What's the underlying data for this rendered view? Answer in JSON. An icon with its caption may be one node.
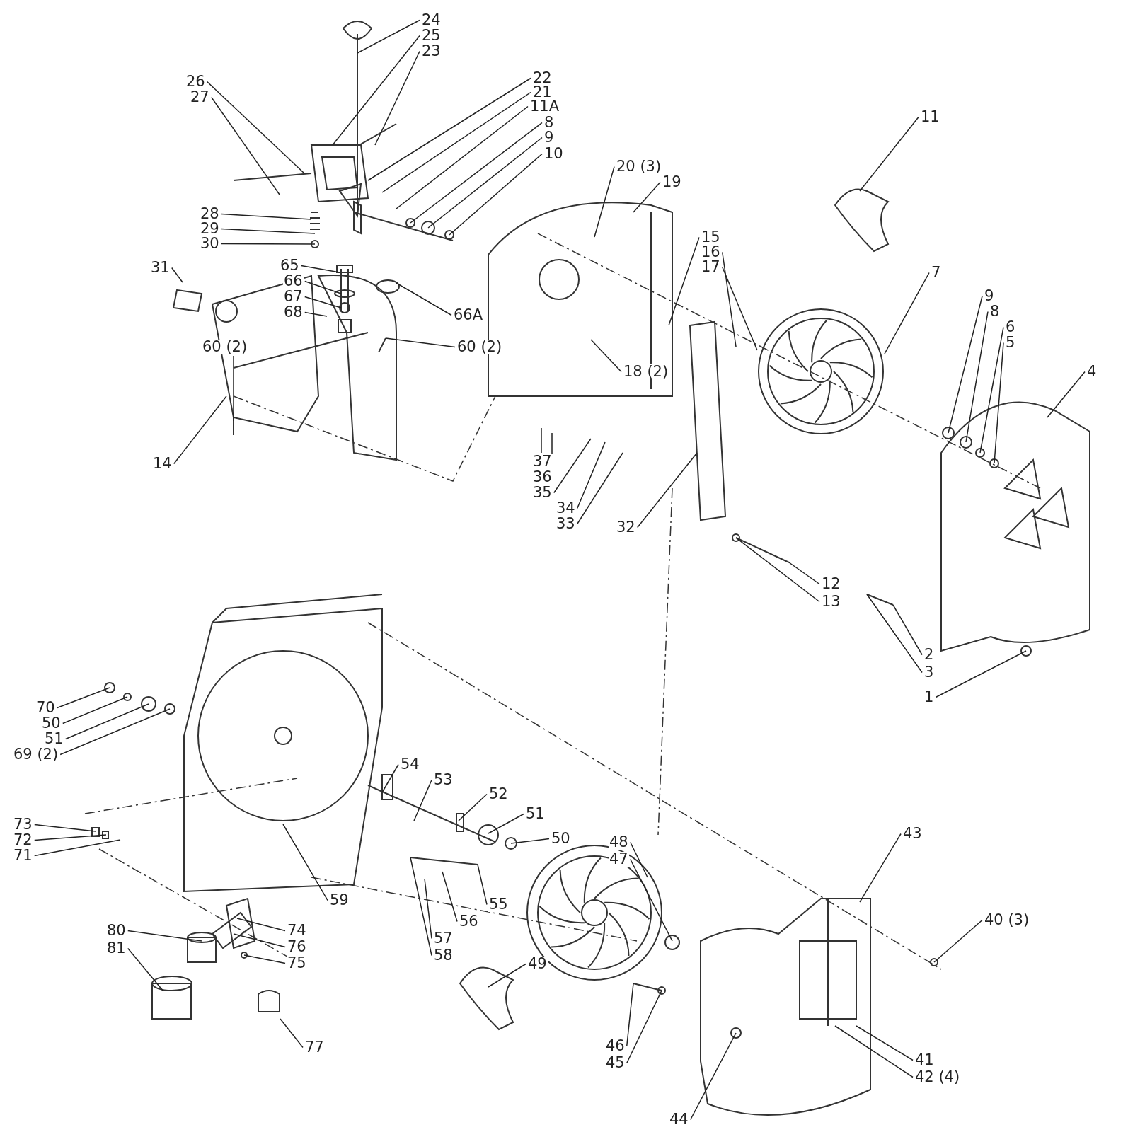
{
  "diagram": {
    "nodes": [
      {
        "text": [
          "24"
        ]
      },
      {
        "text": [
          "25"
        ]
      },
      {
        "text": [
          "23"
        ]
      },
      {
        "text": [
          "26"
        ]
      },
      {
        "text": [
          "27"
        ]
      },
      {
        "text": [
          "22"
        ]
      },
      {
        "text": [
          "21"
        ]
      },
      {
        "text": [
          "11A"
        ]
      },
      {
        "text": [
          "8"
        ]
      },
      {
        "text": [
          "9"
        ]
      },
      {
        "text": [
          "10"
        ]
      },
      {
        "text": [
          "11"
        ]
      },
      {
        "text": [
          "20 (3)"
        ]
      },
      {
        "text": [
          "19"
        ]
      },
      {
        "text": [
          "28"
        ]
      },
      {
        "text": [
          "29"
        ]
      },
      {
        "text": [
          "30"
        ]
      },
      {
        "text": [
          "15"
        ]
      },
      {
        "text": [
          "16"
        ]
      },
      {
        "text": [
          "17"
        ]
      },
      {
        "text": [
          "7"
        ]
      },
      {
        "text": [
          "31"
        ]
      },
      {
        "text": [
          "9"
        ]
      },
      {
        "text": [
          "8"
        ]
      },
      {
        "text": [
          "6"
        ]
      },
      {
        "text": [
          "5"
        ]
      },
      {
        "text": [
          "4"
        ]
      },
      {
        "text": [
          "18 (2)"
        ]
      },
      {
        "text": [
          "14"
        ]
      },
      {
        "text": [
          "37"
        ]
      },
      {
        "text": [
          "36"
        ]
      },
      {
        "text": [
          "35"
        ]
      },
      {
        "text": [
          "34"
        ]
      },
      {
        "text": [
          "33"
        ]
      },
      {
        "text": [
          "32"
        ]
      },
      {
        "text": [
          "65"
        ]
      },
      {
        "text": [
          "66"
        ]
      },
      {
        "text": [
          "67"
        ]
      },
      {
        "text": [
          "68"
        ]
      },
      {
        "text": [
          "66A"
        ]
      },
      {
        "text": [
          "60 (2)"
        ]
      },
      {
        "text": [
          "60 (2)"
        ]
      },
      {
        "text": [
          "12"
        ]
      },
      {
        "text": [
          "13"
        ]
      },
      {
        "text": [
          "2"
        ]
      },
      {
        "text": [
          "3"
        ]
      },
      {
        "text": [
          "1"
        ]
      },
      {
        "text": [
          "70"
        ]
      },
      {
        "text": [
          "50"
        ]
      },
      {
        "text": [
          "51"
        ]
      },
      {
        "text": [
          "69 (2)"
        ]
      },
      {
        "text": [
          "54"
        ]
      },
      {
        "text": [
          "53"
        ]
      },
      {
        "text": [
          "52"
        ]
      },
      {
        "text": [
          "51"
        ]
      },
      {
        "text": [
          "50"
        ]
      },
      {
        "text": [
          "48"
        ]
      },
      {
        "text": [
          "47"
        ]
      },
      {
        "text": [
          "43"
        ]
      },
      {
        "text": [
          "73"
        ]
      },
      {
        "text": [
          "72"
        ]
      },
      {
        "text": [
          "71"
        ]
      },
      {
        "text": [
          "59"
        ]
      },
      {
        "text": [
          "40 (3)"
        ]
      },
      {
        "text": [
          "55"
        ]
      },
      {
        "text": [
          "56"
        ]
      },
      {
        "text": [
          "74"
        ]
      },
      {
        "text": [
          "80"
        ]
      },
      {
        "text": [
          "81"
        ]
      },
      {
        "text": [
          "76"
        ]
      },
      {
        "text": [
          "57"
        ]
      },
      {
        "text": [
          "75"
        ]
      },
      {
        "text": [
          "58"
        ]
      },
      {
        "text": [
          "49"
        ]
      },
      {
        "text": [
          "46"
        ]
      },
      {
        "text": [
          "45"
        ]
      },
      {
        "text": [
          "77"
        ]
      },
      {
        "text": [
          "41"
        ]
      },
      {
        "text": [
          "42 (4)"
        ]
      },
      {
        "text": [
          "44"
        ]
      }
    ],
    "edges": [
      {
        "from": 0,
        "to": null,
        "arrow": "none"
      },
      {
        "from": 1,
        "to": null,
        "arrow": "none"
      },
      {
        "from": 2,
        "to": null,
        "arrow": "none"
      },
      {
        "from": 3,
        "to": null,
        "arrow": "none"
      },
      {
        "from": 4,
        "to": null,
        "arrow": "none"
      },
      {
        "from": 5,
        "to": null,
        "arrow": "none"
      },
      {
        "from": 6,
        "to": null,
        "arrow": "none"
      },
      {
        "from": 7,
        "to": null,
        "arrow": "none"
      },
      {
        "from": 8,
        "to": null,
        "arrow": "none"
      },
      {
        "from": 9,
        "to": null,
        "arrow": "none"
      },
      {
        "from": 10,
        "to": null,
        "arrow": "none"
      },
      {
        "from": 11,
        "to": null,
        "arrow": "none"
      },
      {
        "from": 12,
        "to": null,
        "arrow": "none"
      },
      {
        "from": 13,
        "to": null,
        "arrow": "none"
      },
      {
        "from": 14,
        "to": null,
        "arrow": "none"
      },
      {
        "from": 15,
        "to": null,
        "arrow": "none"
      },
      {
        "from": 16,
        "to": null,
        "arrow": "none"
      },
      {
        "from": 17,
        "to": null,
        "arrow": "none"
      },
      {
        "from": 18,
        "to": null,
        "arrow": "none"
      },
      {
        "from": 19,
        "to": null,
        "arrow": "none"
      },
      {
        "from": 20,
        "to": null,
        "arrow": "none"
      },
      {
        "from": 21,
        "to": null,
        "arrow": "none"
      },
      {
        "from": 22,
        "to": null,
        "arrow": "none"
      },
      {
        "from": 23,
        "to": null,
        "arrow": "none"
      },
      {
        "from": 24,
        "to": null,
        "arrow": "none"
      },
      {
        "from": 25,
        "to": null,
        "arrow": "none"
      },
      {
        "from": 26,
        "to": null,
        "arrow": "none"
      },
      {
        "from": 27,
        "to": null,
        "arrow": "none"
      },
      {
        "from": 28,
        "to": null,
        "arrow": "none"
      },
      {
        "from": 29,
        "to": null,
        "arrow": "none"
      },
      {
        "from": 30,
        "to": null,
        "arrow": "none"
      },
      {
        "from": 31,
        "to": null,
        "arrow": "none"
      },
      {
        "from": 32,
        "to": null,
        "arrow": "none"
      },
      {
        "from": 33,
        "to": null,
        "arrow": "none"
      },
      {
        "from": 34,
        "to": null,
        "arrow": "none"
      },
      {
        "from": 35,
        "to": null,
        "arrow": "none"
      },
      {
        "from": 36,
        "to": null,
        "arrow": "none"
      },
      {
        "from": 37,
        "to": null,
        "arrow": "none"
      },
      {
        "from": 38,
        "to": null,
        "arrow": "none"
      },
      {
        "from": 39,
        "to": null,
        "arrow": "none"
      },
      {
        "from": 40,
        "to": null,
        "arrow": "none"
      },
      {
        "from": 41,
        "to": null,
        "arrow": "none"
      },
      {
        "from": 42,
        "to": null,
        "arrow": "none"
      },
      {
        "from": 43,
        "to": null,
        "arrow": "none"
      },
      {
        "from": 44,
        "to": null,
        "arrow": "none"
      },
      {
        "from": 45,
        "to": null,
        "arrow": "none"
      },
      {
        "from": 46,
        "to": null,
        "arrow": "none"
      },
      {
        "from": 47,
        "to": null,
        "arrow": "none"
      },
      {
        "from": 48,
        "to": null,
        "arrow": "none"
      },
      {
        "from": 49,
        "to": null,
        "arrow": "none"
      },
      {
        "from": 50,
        "to": null,
        "arrow": "none"
      },
      {
        "from": 51,
        "to": null,
        "arrow": "none"
      },
      {
        "from": 52,
        "to": null,
        "arrow": "none"
      },
      {
        "from": 53,
        "to": null,
        "arrow": "none"
      },
      {
        "from": 54,
        "to": null,
        "arrow": "none"
      },
      {
        "from": 55,
        "to": null,
        "arrow": "none"
      },
      {
        "from": 56,
        "to": null,
        "arrow": "none"
      },
      {
        "from": 57,
        "to": null,
        "arrow": "none"
      },
      {
        "from": 58,
        "to": null,
        "arrow": "none"
      },
      {
        "from": 59,
        "to": null,
        "arrow": "none"
      },
      {
        "from": 60,
        "to": null,
        "arrow": "none"
      },
      {
        "from": 61,
        "to": null,
        "arrow": "none"
      },
      {
        "from": 62,
        "to": null,
        "arrow": "none"
      },
      {
        "from": 63,
        "to": null,
        "arrow": "none"
      },
      {
        "from": 64,
        "to": null,
        "arrow": "none"
      },
      {
        "from": 65,
        "to": null,
        "arrow": "none"
      },
      {
        "from": 66,
        "to": null,
        "arrow": "none"
      },
      {
        "from": 67,
        "to": null,
        "arrow": "none"
      },
      {
        "from": 68,
        "to": null,
        "arrow": "none"
      },
      {
        "from": 69,
        "to": null,
        "arrow": "none"
      },
      {
        "from": 70,
        "to": null,
        "arrow": "none"
      },
      {
        "from": 71,
        "to": null,
        "arrow": "none"
      },
      {
        "from": 72,
        "to": null,
        "arrow": "none"
      },
      {
        "from": 73,
        "to": null,
        "arrow": "none"
      },
      {
        "from": 74,
        "to": null,
        "arrow": "none"
      },
      {
        "from": 75,
        "to": null,
        "arrow": "none"
      },
      {
        "from": 76,
        "to": null,
        "arrow": "none"
      },
      {
        "from": 77,
        "to": null,
        "arrow": "none"
      },
      {
        "from": 78,
        "to": null,
        "arrow": "none"
      },
      {
        "from": 79,
        "to": null,
        "arrow": "none"
      }
    ]
  }
}
